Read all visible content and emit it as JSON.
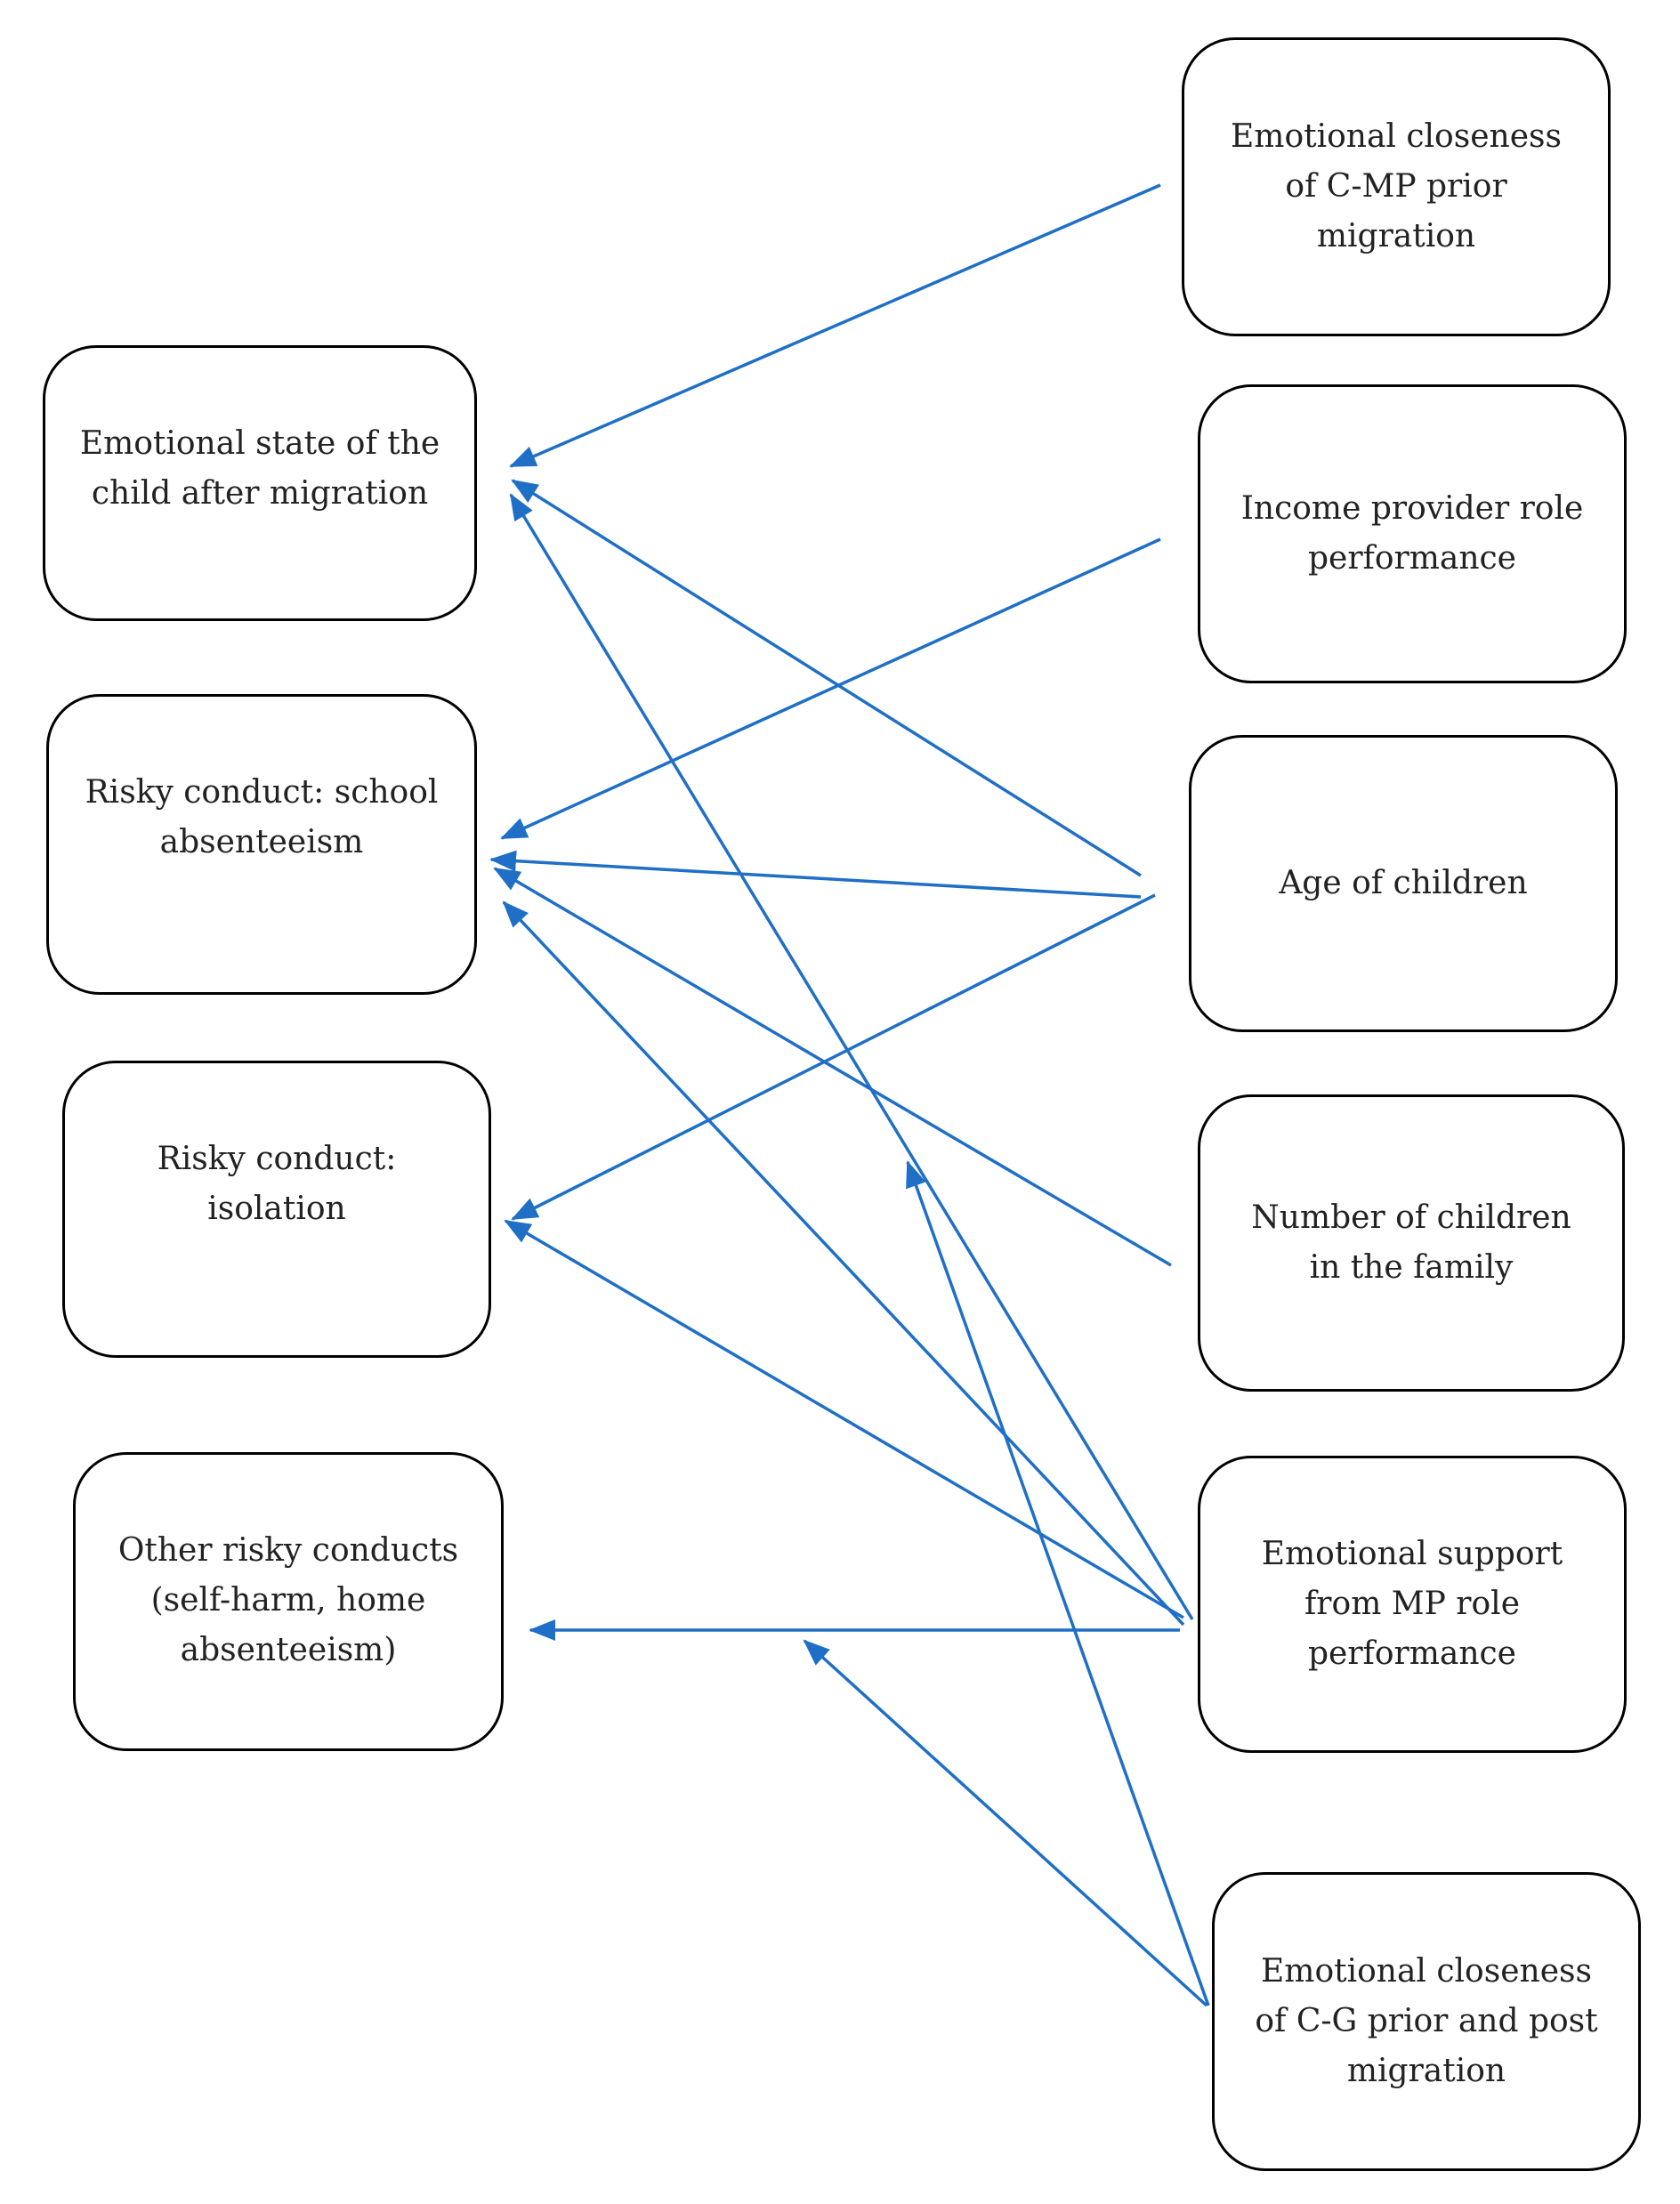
{
  "diagram": {
    "line_color": "#1f6fc6",
    "node_border_color": "#000000",
    "outcomes": [
      {
        "id": "emotional_state",
        "label": "Emotional state of the\nchild after migration"
      },
      {
        "id": "school_absenteeism",
        "label": "Risky conduct: school\nabsenteeism"
      },
      {
        "id": "isolation",
        "label": "Risky conduct:\nisolation"
      },
      {
        "id": "other_risky",
        "label": "Other risky conducts\n(self-harm, home\nabsenteeism)"
      }
    ],
    "predictors": [
      {
        "id": "closeness_cmp",
        "label": "Emotional closeness\nof C-MP prior\nmigration"
      },
      {
        "id": "income_role",
        "label": "Income provider role\nperformance"
      },
      {
        "id": "age",
        "label": "Age of children"
      },
      {
        "id": "num_children",
        "label": "Number of children\nin the family"
      },
      {
        "id": "emo_support",
        "label": "Emotional support\nfrom MP role\nperformance"
      },
      {
        "id": "closeness_cg",
        "label": "Emotional closeness\nof C-G prior and post\nmigration"
      }
    ],
    "edges": [
      {
        "from": "closeness_cmp",
        "to": "emotional_state"
      },
      {
        "from": "age",
        "to": "emotional_state"
      },
      {
        "from": "emo_support",
        "to": "emotional_state"
      },
      {
        "from": "income_role",
        "to": "school_absenteeism"
      },
      {
        "from": "age",
        "to": "school_absenteeism"
      },
      {
        "from": "num_children",
        "to": "school_absenteeism"
      },
      {
        "from": "emo_support",
        "to": "school_absenteeism"
      },
      {
        "from": "age",
        "to": "isolation"
      },
      {
        "from": "emo_support",
        "to": "isolation"
      },
      {
        "from": "emo_support",
        "to": "other_risky"
      },
      {
        "from": "closeness_cg",
        "to": "emo_support_to_emotional_state_path"
      },
      {
        "from": "closeness_cg",
        "to": "emo_support_to_other_risky_path"
      }
    ]
  }
}
